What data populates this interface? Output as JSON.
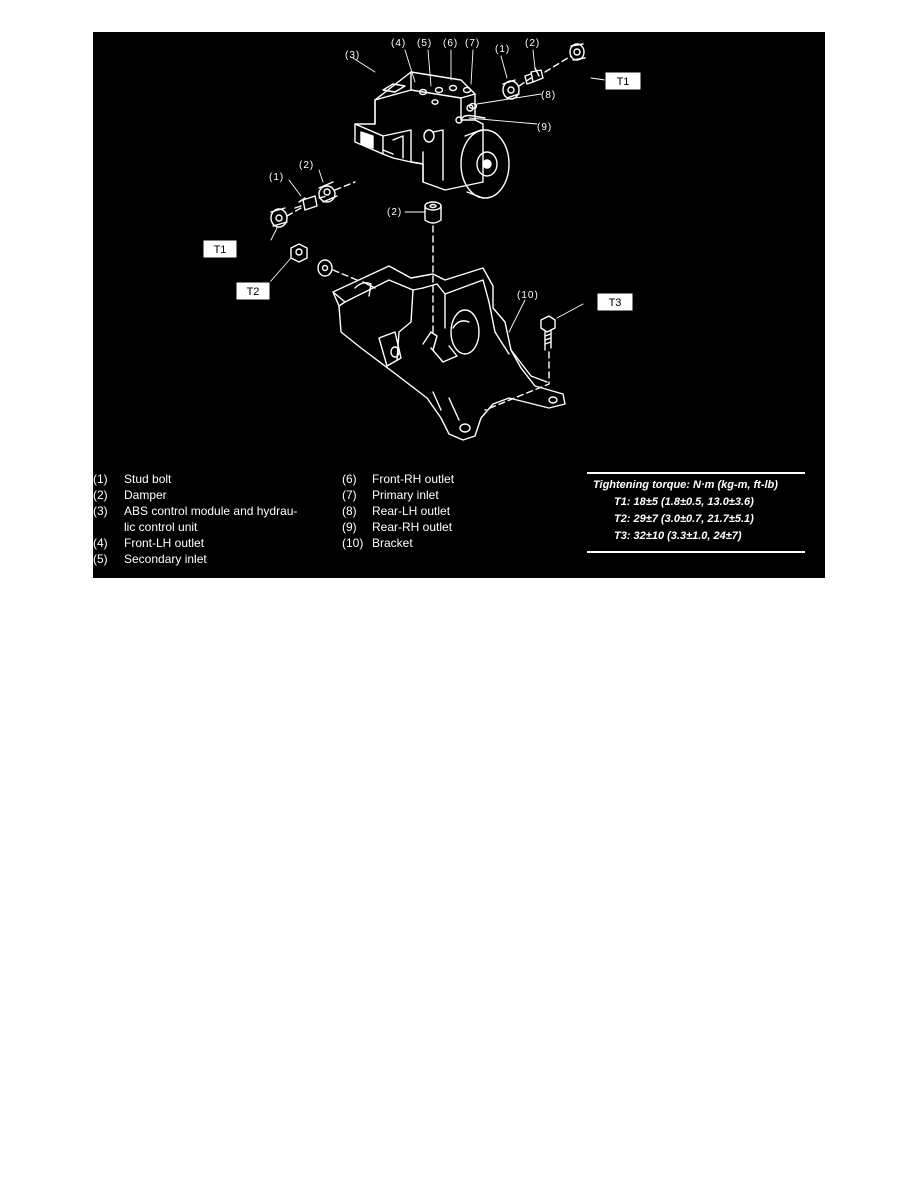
{
  "callouts": {
    "c1": "(1)",
    "c2": "(2)",
    "c3": "(3)",
    "c4": "(4)",
    "c5": "(5)",
    "c6": "(6)",
    "c7": "(7)",
    "c8": "(8)",
    "c9": "(9)",
    "c10": "(10)"
  },
  "torque_tags": {
    "t1": "T1",
    "t2": "T2",
    "t3": "T3"
  },
  "legend": {
    "left": [
      {
        "num": "(1)",
        "lines": [
          "Stud bolt"
        ]
      },
      {
        "num": "(2)",
        "lines": [
          "Damper"
        ]
      },
      {
        "num": "(3)",
        "lines": [
          "ABS control module and hydrau-",
          "lic control unit"
        ]
      },
      {
        "num": "(4)",
        "lines": [
          "Front-LH outlet"
        ]
      },
      {
        "num": "(5)",
        "lines": [
          "Secondary inlet"
        ]
      }
    ],
    "right": [
      {
        "num": "(6)",
        "text": "Front-RH outlet"
      },
      {
        "num": "(7)",
        "text": "Primary inlet"
      },
      {
        "num": "(8)",
        "text": "Rear-LH outlet"
      },
      {
        "num": "(9)",
        "text": "Rear-RH outlet"
      },
      {
        "num": "(10)",
        "text": "Bracket"
      }
    ]
  },
  "torque": {
    "title": "Tightening torque: N·m (kg-m, ft-lb)",
    "t1": "T1: 18±5 (1.8±0.5, 13.0±3.6)",
    "t2": "T2: 29±7 (3.0±0.7, 21.7±5.1)",
    "t3": "T3: 32±10 (3.3±1.0, 24±7)"
  }
}
